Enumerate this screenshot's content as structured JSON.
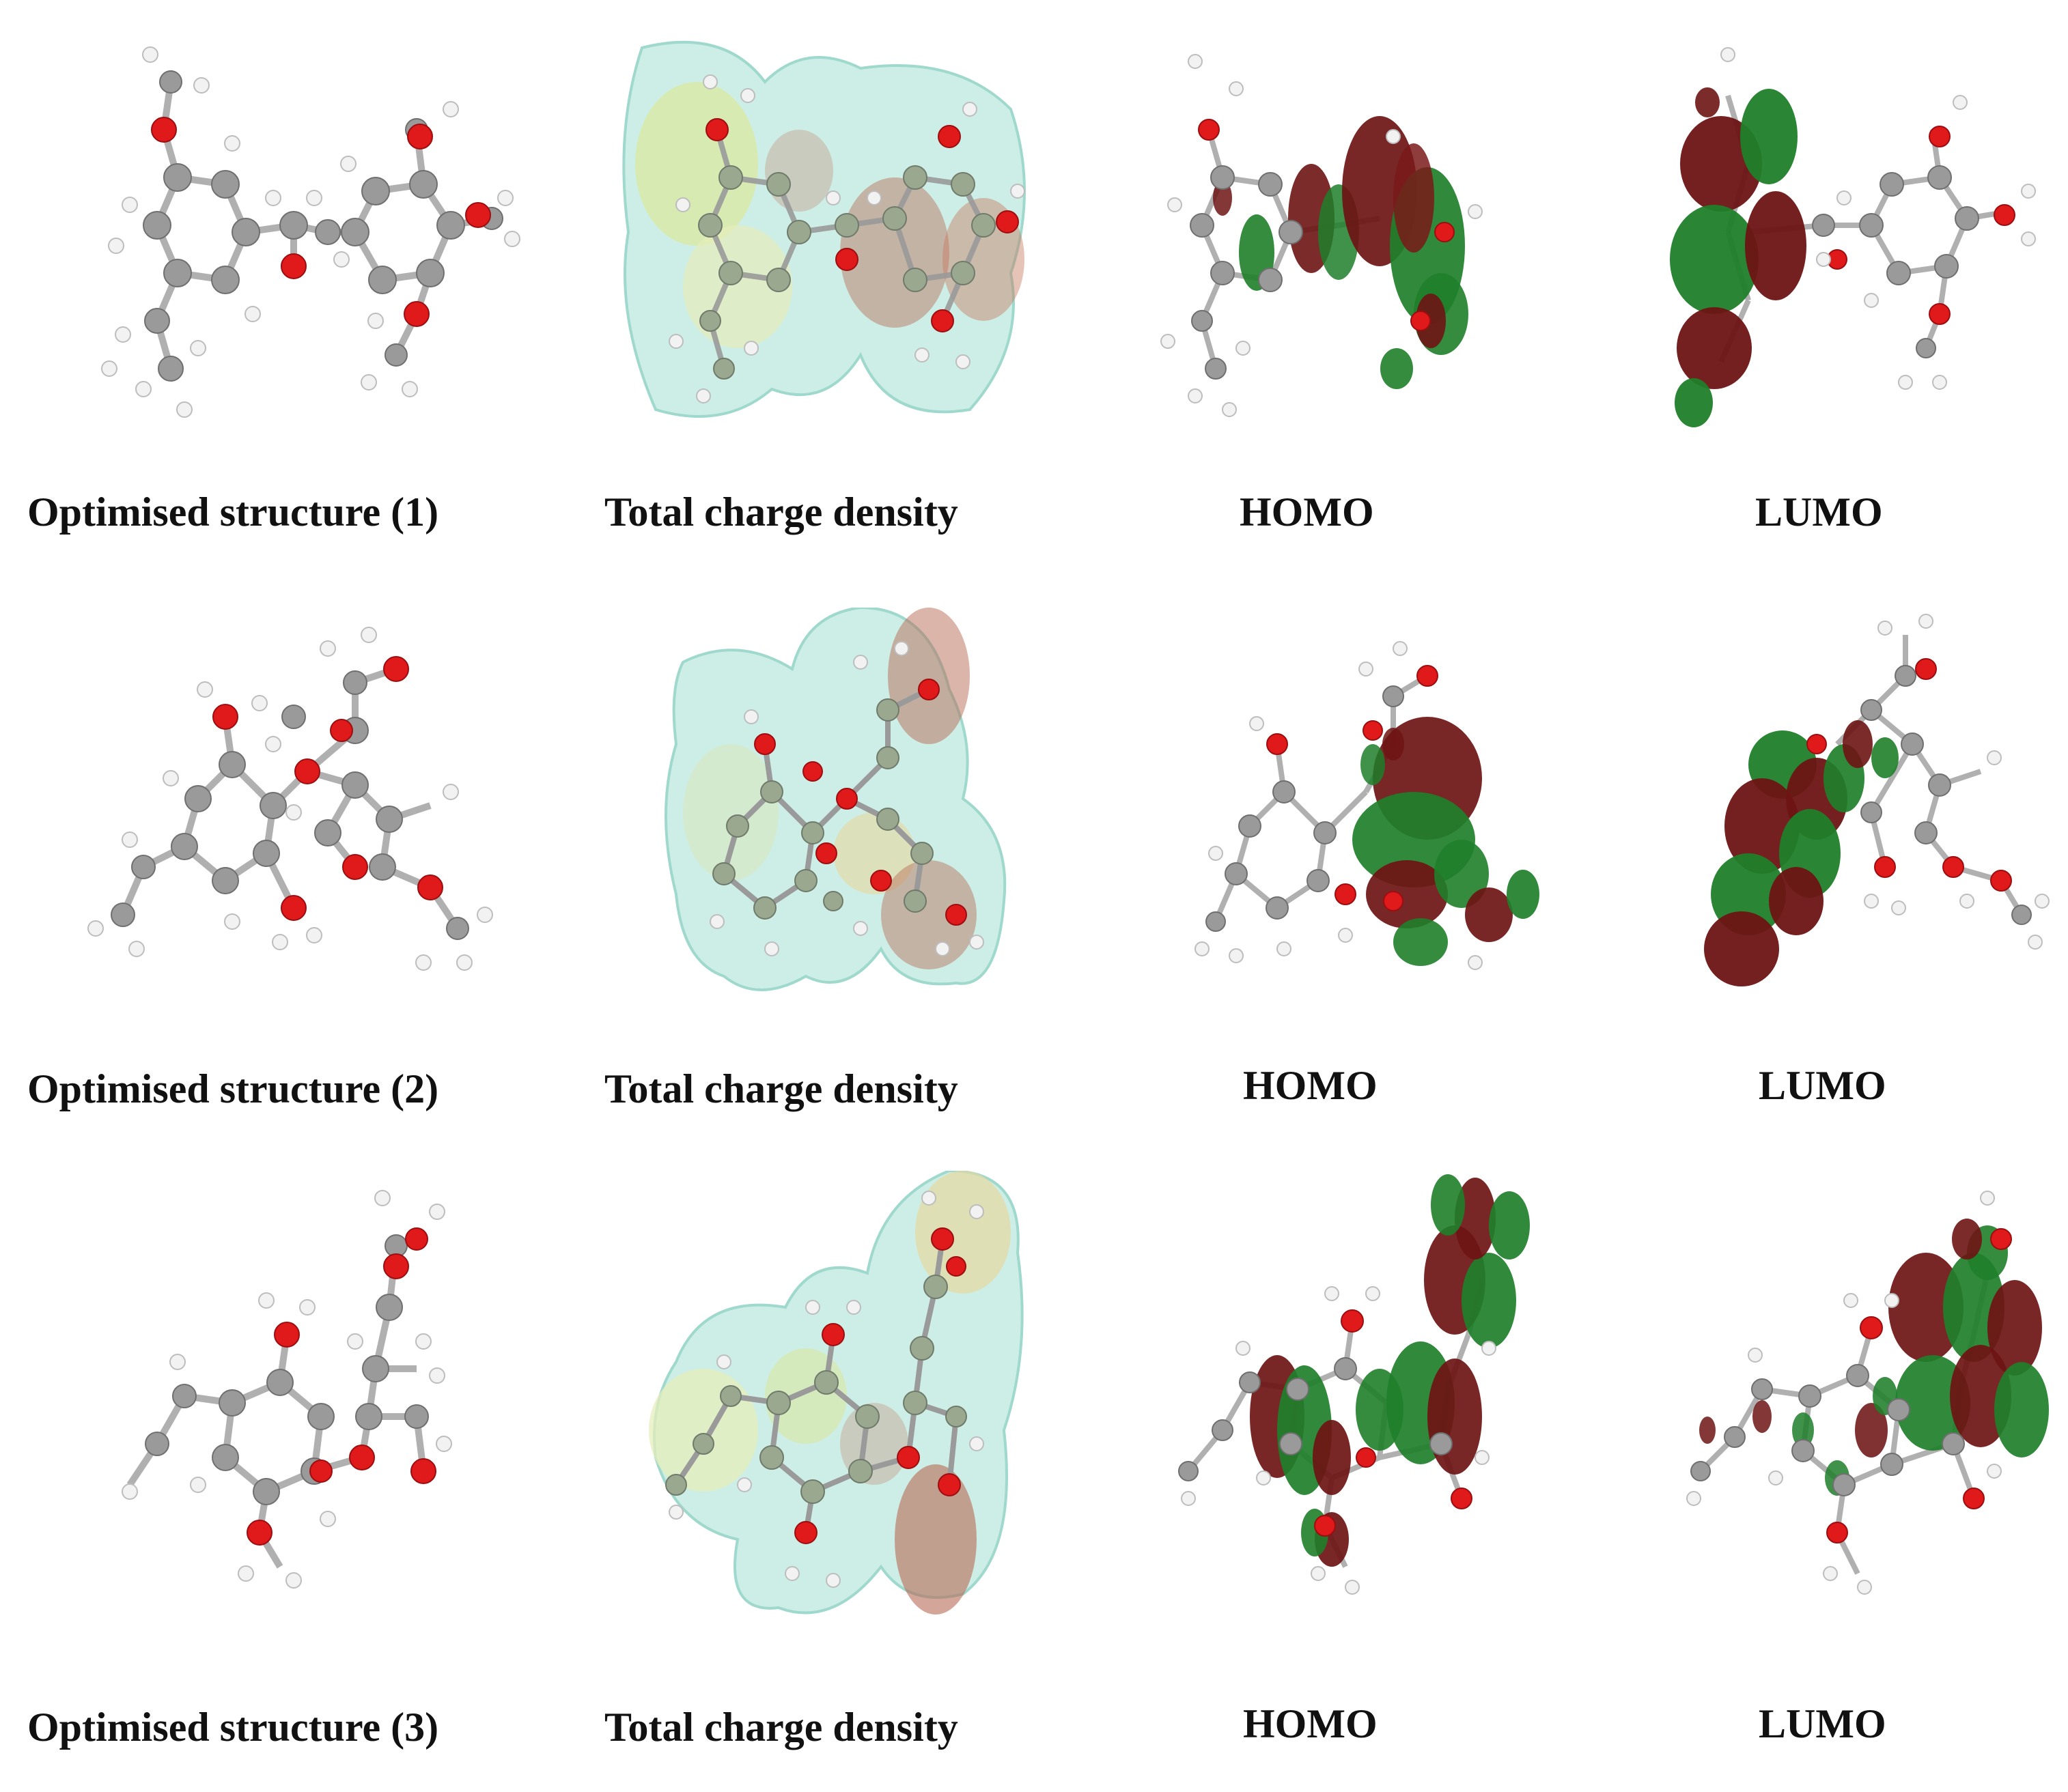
{
  "colors": {
    "carbon": "#9a9a9a",
    "hydrogen": "#f2f2f2",
    "oxygen": "#e0191b",
    "bond": "#b0b0b0",
    "orbital_positive": "#1f7f2a",
    "orbital_negative": "#6e1414",
    "density_surface": "#cdeee6",
    "density_positive": "#d8e8a0",
    "density_negative": "#b86a55"
  },
  "rows": [
    {
      "captions": {
        "structure": "Optimised structure (1)",
        "charge_density": "Total charge density",
        "homo": "HOMO",
        "lumo": "LUMO"
      }
    },
    {
      "captions": {
        "structure": "Optimised structure (2)",
        "charge_density": "Total charge density",
        "homo": "HOMO",
        "lumo": "LUMO"
      }
    },
    {
      "captions": {
        "structure": "Optimised structure (3)",
        "charge_density": "Total charge density",
        "homo": "HOMO",
        "lumo": "LUMO"
      }
    }
  ]
}
